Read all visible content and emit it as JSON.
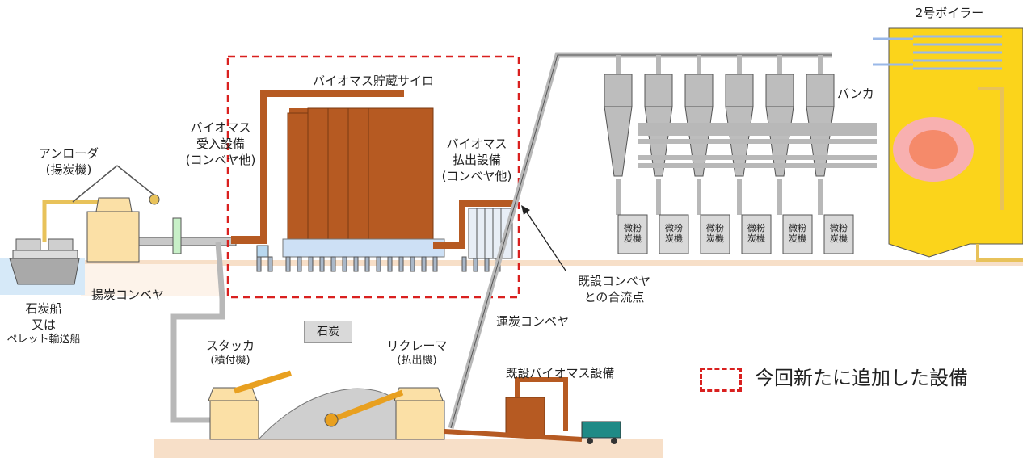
{
  "diagram": {
    "colors": {
      "new_facility_border": "#d9201f",
      "silo": "#b65a22",
      "machine": "#fbe0a6",
      "boiler": "#fbd41b",
      "ground": "#f7dfc8",
      "pipe": "#b8b8b8"
    },
    "labels": {
      "unloader_line1": "アンローダ",
      "unloader_line2": "(揚炭機)",
      "coal_ship_line1": "石炭船",
      "coal_ship_line2": "又は",
      "coal_ship_line3": "ペレット輸送船",
      "unloading_conveyor": "揚炭コンベヤ",
      "biomass_receiving_line1": "バイオマス",
      "biomass_receiving_line2": "受入設備",
      "biomass_receiving_line3": "(コンベヤ他)",
      "biomass_silo": "バイオマス貯蔵サイロ",
      "biomass_dispensing_line1": "バイオマス",
      "biomass_dispensing_line2": "払出設備",
      "biomass_dispensing_line3": "(コンベヤ他)",
      "existing_conveyor_junction_line1": "既設コンベヤ",
      "existing_conveyor_junction_line2": "との合流点",
      "coal_transport_conveyor": "運炭コンベヤ",
      "coal": "石炭",
      "stacker_line1": "スタッカ",
      "stacker_line2": "(積付機)",
      "reclaimer_line1": "リクレーマ",
      "reclaimer_line2": "(払出機)",
      "existing_biomass_facility": "既設バイオマス設備",
      "boiler_no2": "2号ボイラー",
      "bunker": "バンカ",
      "mill_line1": "微粉",
      "mill_line2": "炭機"
    },
    "legend": {
      "new_facility": "今回新たに追加した設備"
    }
  }
}
